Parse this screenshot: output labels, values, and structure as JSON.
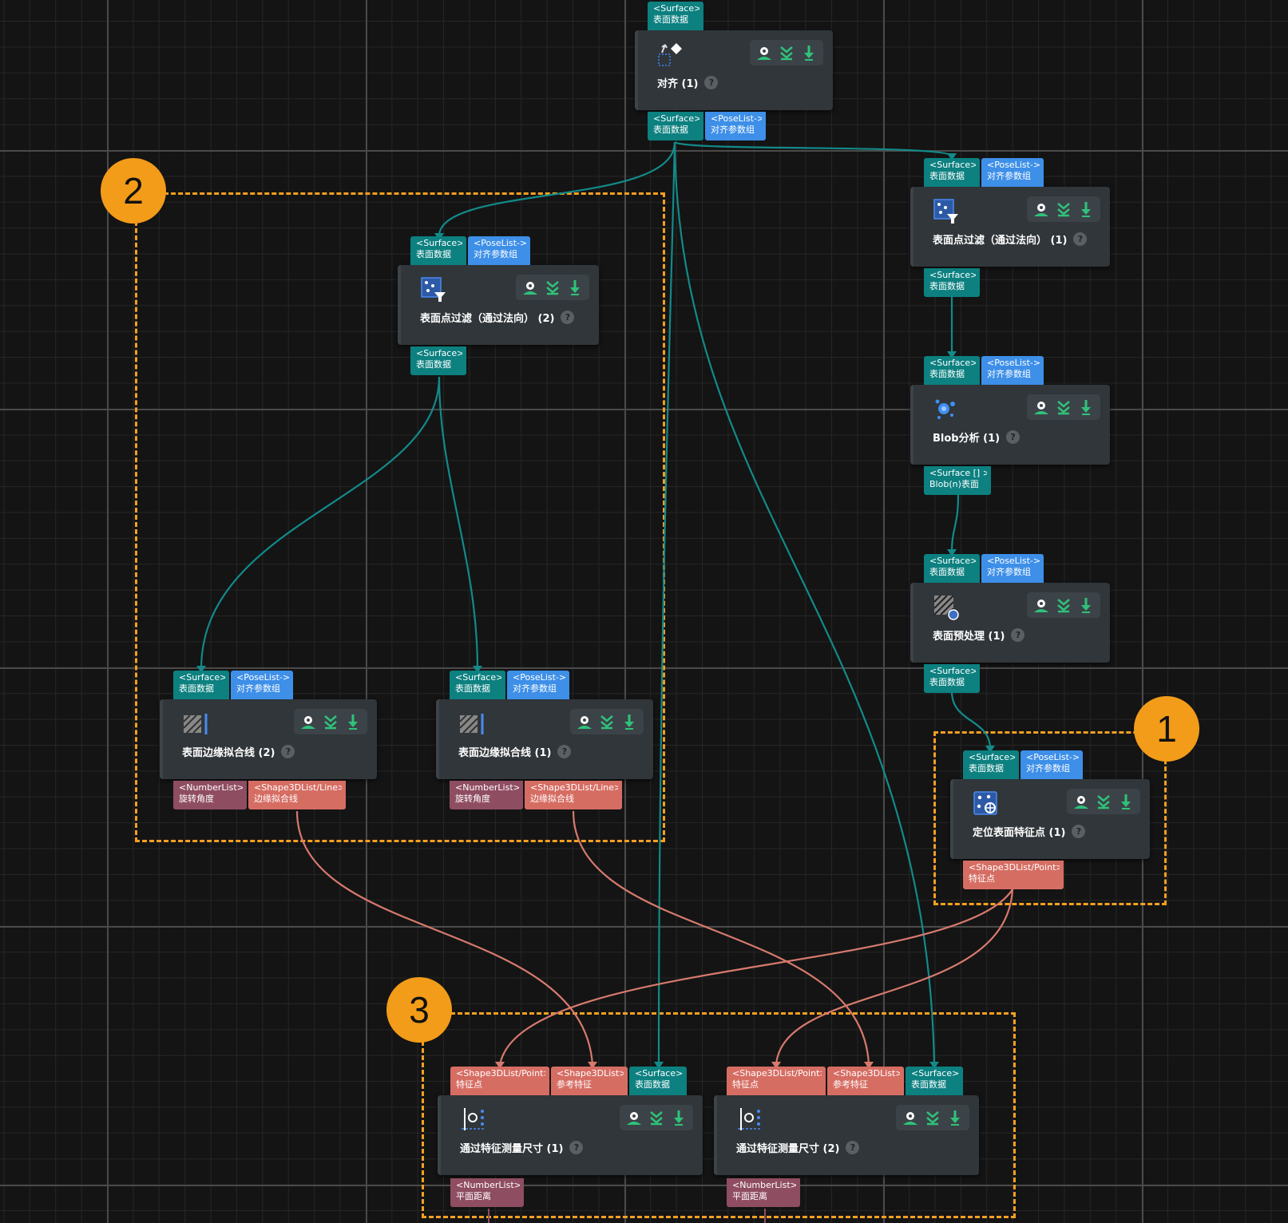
{
  "badges": {
    "b1": "1",
    "b2": "2",
    "b3": "3"
  },
  "nodes": {
    "align": {
      "title": "对齐 (1)"
    },
    "filter_right": {
      "title": "表面点过滤（通过法向） (1)"
    },
    "filter_left": {
      "title": "表面点过滤（通过法向） (2)"
    },
    "blob": {
      "title": "Blob分析 (1)"
    },
    "preprocess": {
      "title": "表面预处理 (1)"
    },
    "locate": {
      "title": "定位表面特征点 (1)"
    },
    "edge2": {
      "title": "表面边缘拟合线 (2)"
    },
    "edge1": {
      "title": "表面边缘拟合线 (1)"
    },
    "measure1": {
      "title": "通过特征测量尺寸 (1)"
    },
    "measure2": {
      "title": "通过特征测量尺寸 (2)"
    }
  },
  "ports": {
    "surface_type": "<Surface>",
    "surface_label": "表面数据",
    "poselist_type": "<PoseList->",
    "poselist_label": "对齐参数组",
    "surface_arr_type": "<Surface [] >",
    "surface_arr_label": "Blob(n)表面",
    "numberlist_type": "<NumberList>",
    "rotation_label": "旋转角度",
    "line_type": "<Shape3DList/Line>",
    "edgefit_label": "边缘拟合线",
    "point_type": "<Shape3DList/Point>",
    "feature_point_label": "特征点",
    "shape_type": "<Shape3DList>",
    "ref_feature_label": "参考特征",
    "distance_label": "平面距离"
  },
  "help_mark": "?",
  "colors": {
    "teal_port": "#0d8080",
    "blue_port": "#3d8fe8",
    "salmon_port": "#d66d63",
    "plum_port": "#8f4d62",
    "teal_wire": "#138a8a",
    "salmon_wire": "#d77a6e",
    "group_border": "#f5a020",
    "badge": "#f39c19",
    "node_bg": "#30363a"
  },
  "icons": {
    "toolbar": [
      "eye-icon",
      "collapse-chevrons-icon",
      "download-arrow-icon"
    ],
    "align": "align-arrow-diamond-icon",
    "filter": "point-filter-funnel-icon",
    "blob": "blob-analysis-icon",
    "preprocess": "surface-preprocess-icon",
    "locate": "locate-feature-point-icon",
    "edge": "edge-line-fit-icon",
    "measure": "feature-measure-icon"
  }
}
